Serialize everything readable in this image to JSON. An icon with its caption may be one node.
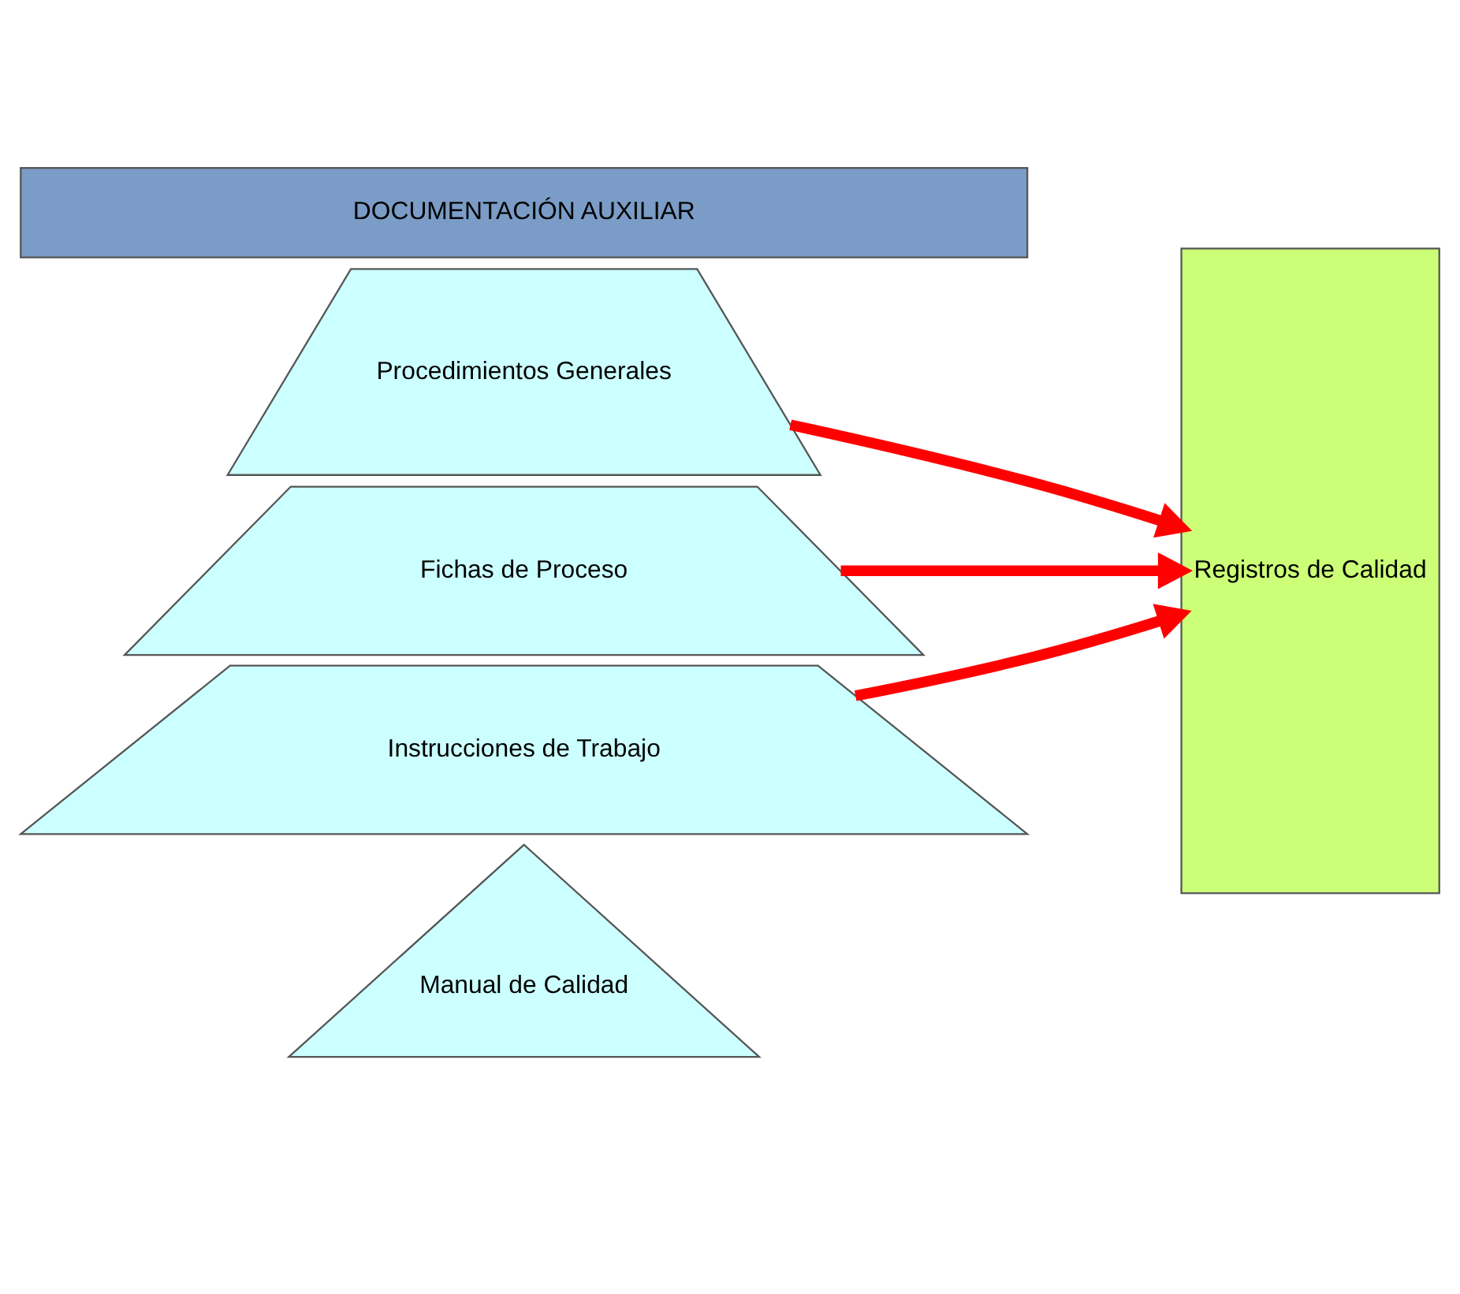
{
  "diagram": {
    "nodes": [
      {
        "text": [
          "Manual de Calidad"
        ]
      },
      {
        "text": [
          "Procedimientos Generales"
        ]
      },
      {
        "text": [
          "Fichas de Proceso"
        ]
      },
      {
        "text": [
          "Instrucciones de Trabajo"
        ]
      },
      {
        "text": [
          "Registros de Calidad"
        ]
      },
      {
        "text": [
          "DOCUMENTACIÓN AUXILIAR"
        ]
      }
    ],
    "edges": [
      {
        "from": 1,
        "to": 4,
        "arrow": "to"
      },
      {
        "from": 2,
        "to": 4,
        "arrow": "to"
      },
      {
        "from": 3,
        "to": 4,
        "arrow": "to"
      }
    ]
  }
}
